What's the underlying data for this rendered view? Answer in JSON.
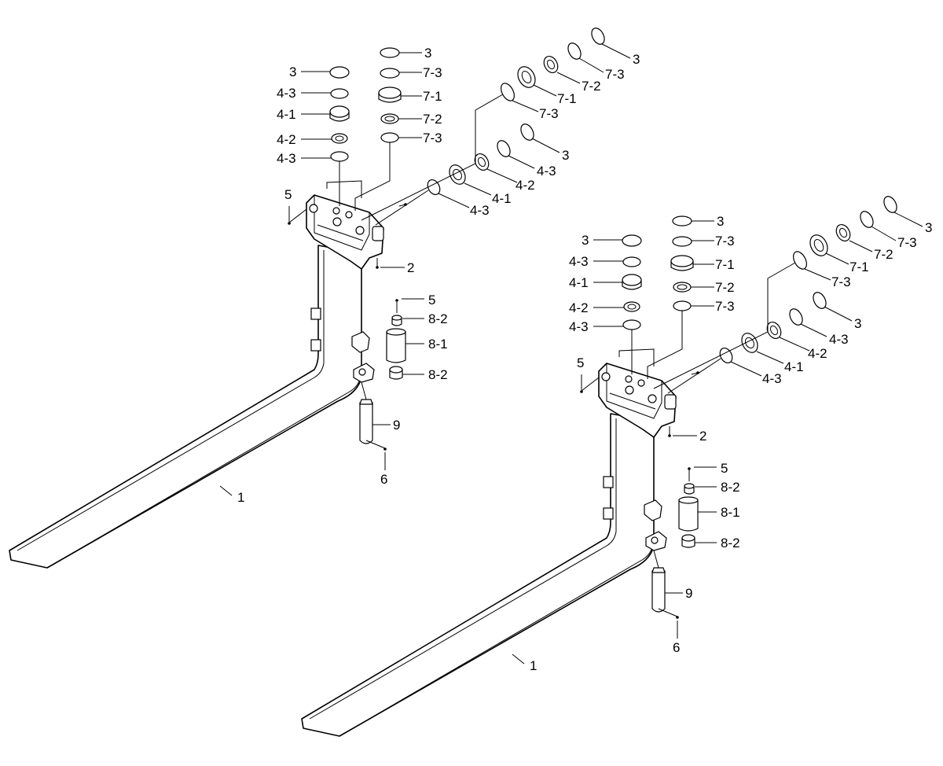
{
  "assemblies": [
    {
      "id": "left",
      "callouts": {
        "fork": "1",
        "bracket": "2",
        "bolt_left": "5",
        "pin_top": "5",
        "pin_bottom": "6",
        "bush_top": "8-2",
        "bush": "8-1",
        "bush_bottom": "8-2",
        "pin": "9",
        "col_left": [
          "3",
          "4-3",
          "4-1",
          "4-2",
          "4-3"
        ],
        "col_right": [
          "3",
          "7-3",
          "7-1",
          "7-2",
          "7-3"
        ],
        "diag_upper": [
          "7-3",
          "7-1",
          "7-2",
          "7-3",
          "3"
        ],
        "diag_lower": [
          "4-3",
          "4-1",
          "4-2",
          "4-3",
          "3"
        ]
      }
    },
    {
      "id": "right",
      "callouts": {
        "fork": "1",
        "bracket": "2",
        "bolt_left": "5",
        "pin_top": "5",
        "pin_bottom": "6",
        "bush_top": "8-2",
        "bush": "8-1",
        "bush_bottom": "8-2",
        "pin": "9",
        "col_left": [
          "3",
          "4-3",
          "4-1",
          "4-2",
          "4-3"
        ],
        "col_right": [
          "3",
          "7-3",
          "7-1",
          "7-2",
          "7-3"
        ],
        "diag_upper": [
          "7-3",
          "7-1",
          "7-2",
          "7-3",
          "3"
        ],
        "diag_lower": [
          "4-3",
          "4-1",
          "4-2",
          "4-3",
          "3"
        ]
      }
    }
  ]
}
